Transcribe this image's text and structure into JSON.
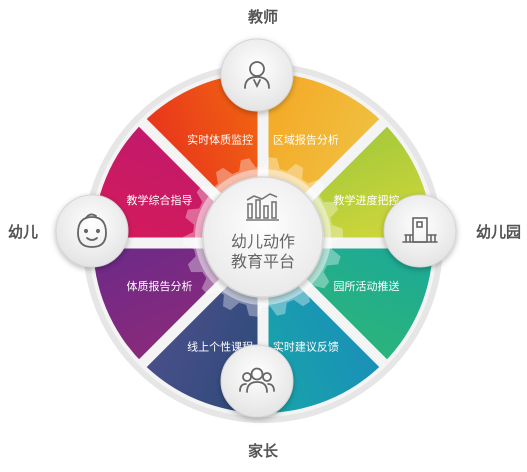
{
  "center": {
    "line1": "幼儿动作",
    "line2": "教育平台"
  },
  "roles": {
    "top": "教师",
    "bottom": "家长",
    "left": "幼儿",
    "right": "幼儿园"
  },
  "segments": [
    {
      "label": "区域报告分析",
      "color_a": "#f5a623",
      "color_b": "#f0c040"
    },
    {
      "label": "教学进度把控",
      "color_a": "#a5c93a",
      "color_b": "#d6d93a"
    },
    {
      "label": "园所活动推送",
      "color_a": "#1aa89a",
      "color_b": "#2cb47a"
    },
    {
      "label": "实时建议反馈",
      "color_a": "#1a8fb8",
      "color_b": "#18a6a8"
    },
    {
      "label": "线上个性课程",
      "color_a": "#2a4a78",
      "color_b": "#4a4f8a"
    },
    {
      "label": "体质报告分析",
      "color_a": "#8a2a7a",
      "color_b": "#6a2a8a"
    },
    {
      "label": "教学综合指导",
      "color_a": "#d81a5a",
      "color_b": "#c01a6a"
    },
    {
      "label": "实时体质监控",
      "color_a": "#e8341c",
      "color_b": "#f26a10"
    }
  ],
  "icons": {
    "top": "teacher-icon",
    "bottom": "parents-icon",
    "left": "child-face-icon",
    "right": "kindergarten-building-icon",
    "center": "bar-chart-icon"
  }
}
